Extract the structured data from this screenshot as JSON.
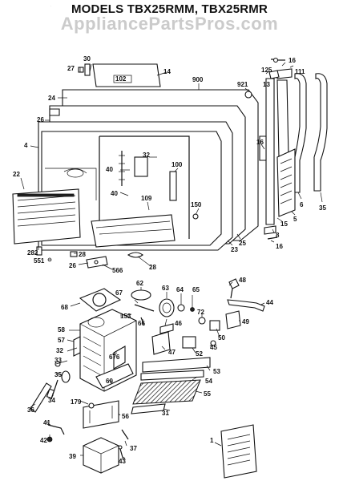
{
  "header": {
    "cut_text": "",
    "models_title": "MODELS TBX25RMM, TBX25RMR",
    "watermark": "AppliancePartsPros.com"
  },
  "part_labels": [
    {
      "id": "p27",
      "text": "27"
    },
    {
      "id": "p30",
      "text": "30"
    },
    {
      "id": "p102",
      "text": "102"
    },
    {
      "id": "p14",
      "text": "14"
    },
    {
      "id": "p900",
      "text": "900"
    },
    {
      "id": "p921",
      "text": "921"
    },
    {
      "id": "p16a",
      "text": "16"
    },
    {
      "id": "p125",
      "text": "125"
    },
    {
      "id": "p111",
      "text": "111"
    },
    {
      "id": "p13",
      "text": "13"
    },
    {
      "id": "p24",
      "text": "24"
    },
    {
      "id": "p26",
      "text": "26"
    },
    {
      "id": "p4",
      "text": "4"
    },
    {
      "id": "p32",
      "text": "32"
    },
    {
      "id": "p40a",
      "text": "40"
    },
    {
      "id": "p100",
      "text": "100"
    },
    {
      "id": "p16b",
      "text": "16"
    },
    {
      "id": "p22",
      "text": "22"
    },
    {
      "id": "p40b",
      "text": "40"
    },
    {
      "id": "p109",
      "text": "109"
    },
    {
      "id": "p150",
      "text": "150"
    },
    {
      "id": "p6",
      "text": "6"
    },
    {
      "id": "p35a",
      "text": "35"
    },
    {
      "id": "p5",
      "text": "5"
    },
    {
      "id": "p15",
      "text": "15"
    },
    {
      "id": "p8",
      "text": "8"
    },
    {
      "id": "p25",
      "text": "25"
    },
    {
      "id": "p23",
      "text": "23"
    },
    {
      "id": "p16c",
      "text": "16"
    },
    {
      "id": "p282",
      "text": "282"
    },
    {
      "id": "p28a",
      "text": "28"
    },
    {
      "id": "p551",
      "text": "551"
    },
    {
      "id": "p26b",
      "text": "26"
    },
    {
      "id": "p566",
      "text": "566"
    },
    {
      "id": "p28b",
      "text": "28"
    },
    {
      "id": "p48",
      "text": "48"
    },
    {
      "id": "p62",
      "text": "62"
    },
    {
      "id": "p67",
      "text": "67"
    },
    {
      "id": "p63",
      "text": "63"
    },
    {
      "id": "p64",
      "text": "64"
    },
    {
      "id": "p65",
      "text": "65"
    },
    {
      "id": "p44",
      "text": "44"
    },
    {
      "id": "p68",
      "text": "68"
    },
    {
      "id": "p153",
      "text": "153"
    },
    {
      "id": "p66",
      "text": "66"
    },
    {
      "id": "p72",
      "text": "72"
    },
    {
      "id": "p49",
      "text": "49"
    },
    {
      "id": "p58",
      "text": "58"
    },
    {
      "id": "p46",
      "text": "46"
    },
    {
      "id": "p50",
      "text": "50"
    },
    {
      "id": "p57",
      "text": "57"
    },
    {
      "id": "p32b",
      "text": "32"
    },
    {
      "id": "p47",
      "text": "47"
    },
    {
      "id": "p52",
      "text": "52"
    },
    {
      "id": "p45",
      "text": "45"
    },
    {
      "id": "p676",
      "text": "676"
    },
    {
      "id": "p33",
      "text": "33"
    },
    {
      "id": "p53",
      "text": "53"
    },
    {
      "id": "p35b",
      "text": "35"
    },
    {
      "id": "p60",
      "text": "60"
    },
    {
      "id": "p54",
      "text": "54"
    },
    {
      "id": "p34",
      "text": "34"
    },
    {
      "id": "p55",
      "text": "55"
    },
    {
      "id": "p36",
      "text": "36"
    },
    {
      "id": "p179",
      "text": "179"
    },
    {
      "id": "p31",
      "text": "31"
    },
    {
      "id": "p56",
      "text": "56"
    },
    {
      "id": "p41",
      "text": "41"
    },
    {
      "id": "p42",
      "text": "42"
    },
    {
      "id": "p37",
      "text": "37"
    },
    {
      "id": "p39",
      "text": "39"
    },
    {
      "id": "p43",
      "text": "43"
    },
    {
      "id": "p1",
      "text": "1"
    }
  ],
  "icons": {
    "manual": "manual-booklet-icon",
    "compressor": "compressor-icon"
  }
}
